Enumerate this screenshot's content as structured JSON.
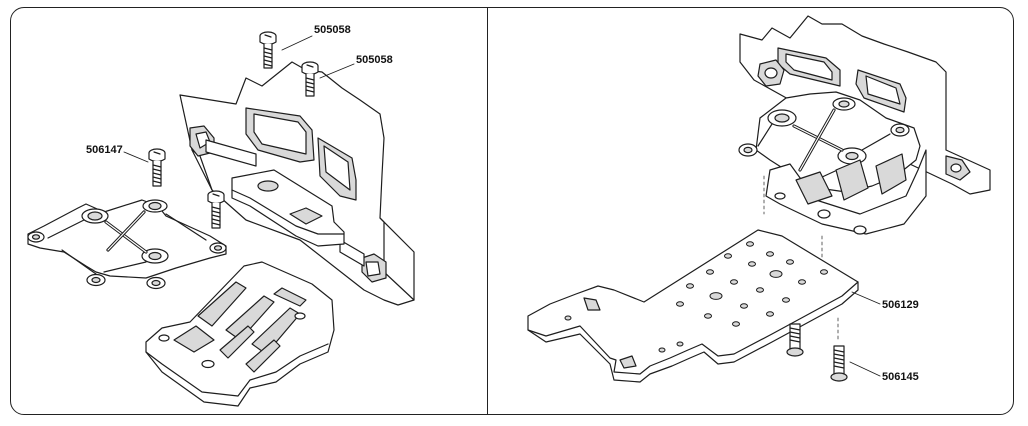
{
  "part_labels": {
    "screw_top_1": "505058",
    "screw_top_2": "505058",
    "screw_left": "506147",
    "chassis_plate": "506129",
    "pin_bottom": "506145"
  },
  "colors": {
    "line": "#1e1e1e",
    "fill": "#ffffff",
    "shade": "#d9d9d9",
    "frame": "#222222"
  }
}
